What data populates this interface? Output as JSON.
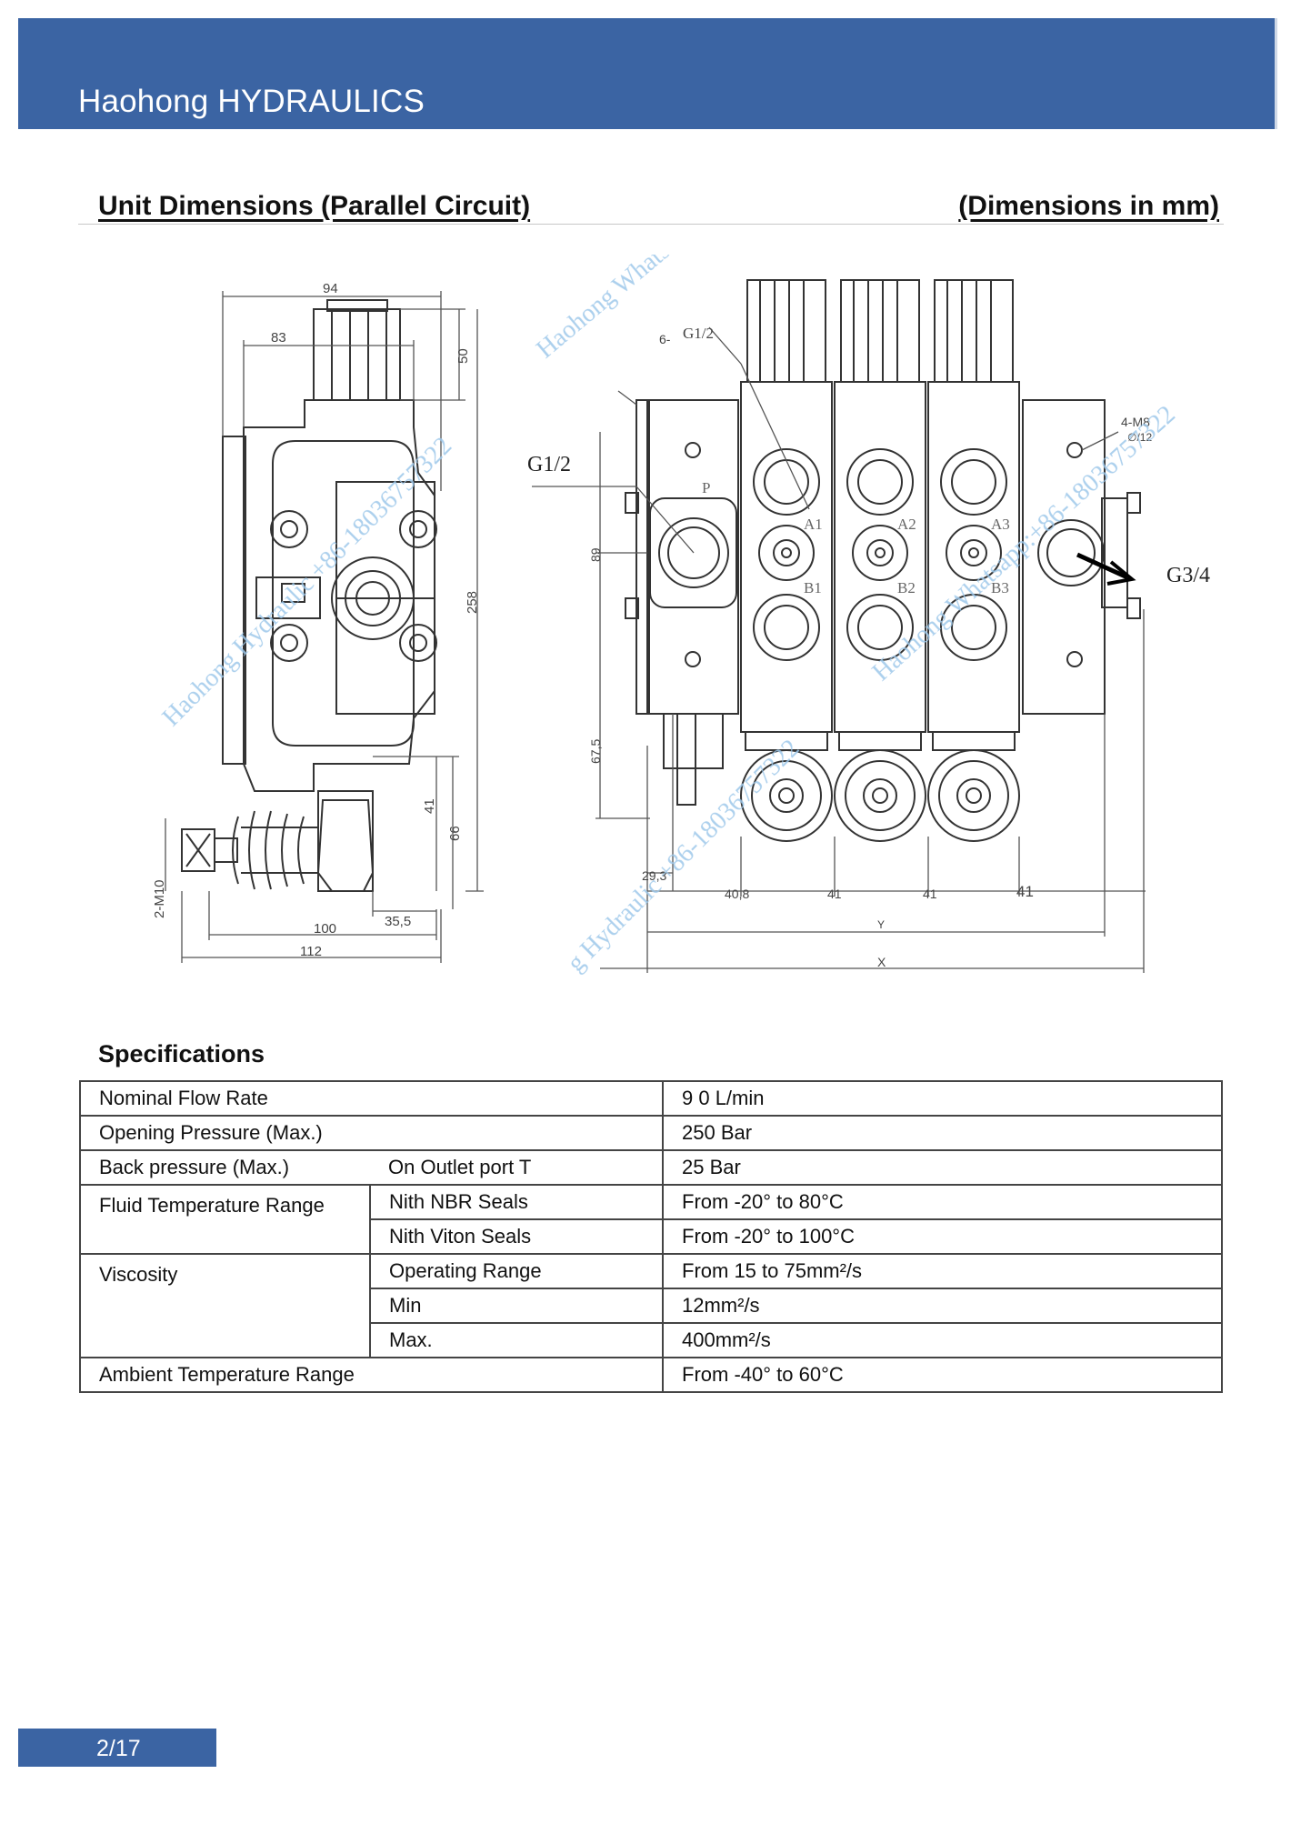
{
  "header": {
    "brand": "Haohong HYDRAULICS"
  },
  "section": {
    "title": "Unit Dimensions (Parallel Circuit)",
    "unit_note": "(Dimensions in mm)"
  },
  "drawing": {
    "side_view": {
      "dims": [
        "94",
        "83",
        "50",
        "258",
        "41",
        "66",
        "2-M10",
        "100",
        "35,5",
        "112"
      ]
    },
    "front_view": {
      "callouts": [
        "6-",
        "G1/2",
        "G1/2",
        "G3/4",
        "4-M8",
        "∅/12"
      ],
      "port_labels": [
        "P",
        "A1",
        "A2",
        "A3",
        "B1",
        "B2",
        "B3"
      ],
      "dims": [
        "89",
        "67,5",
        "29,3",
        "40,8",
        "41",
        "41",
        "41",
        "Y",
        "X"
      ]
    },
    "watermarks": [
      "Haohong Whatsapp:",
      "Haohong Hydraulic +86-18036757322",
      "Haohong Whatsapp:+86-18036757322",
      "g Hydraulic +86-18036757322"
    ]
  },
  "specs": {
    "title": "Specifications",
    "rows": {
      "flow": {
        "label": "Nominal Flow Rate",
        "value": "9 0 L/min"
      },
      "opening": {
        "label": "Opening Pressure (Max.)",
        "value": "250 Bar"
      },
      "back": {
        "label": "Back pressure (Max.)",
        "sub": "On Outlet port T",
        "value": "25 Bar"
      },
      "fluid": {
        "label": "Fluid Temperature Range",
        "nbr_sub": "Nith NBR Seals",
        "nbr_value": "From -20° to 80°C",
        "viton_sub": "Nith Viton Seals",
        "viton_value": "From -20° to 100°C"
      },
      "viscosity": {
        "label": "Viscosity",
        "op_sub": "Operating Range",
        "op_value": "From 15 to 75mm²/s",
        "min_sub": "Min",
        "min_value": "12mm²/s",
        "max_sub": "Max.",
        "max_value": "400mm²/s"
      },
      "ambient": {
        "label": "Ambient Temperature Range",
        "value": "From -40° to 60°C"
      }
    }
  },
  "footer": {
    "page": "2/17"
  }
}
